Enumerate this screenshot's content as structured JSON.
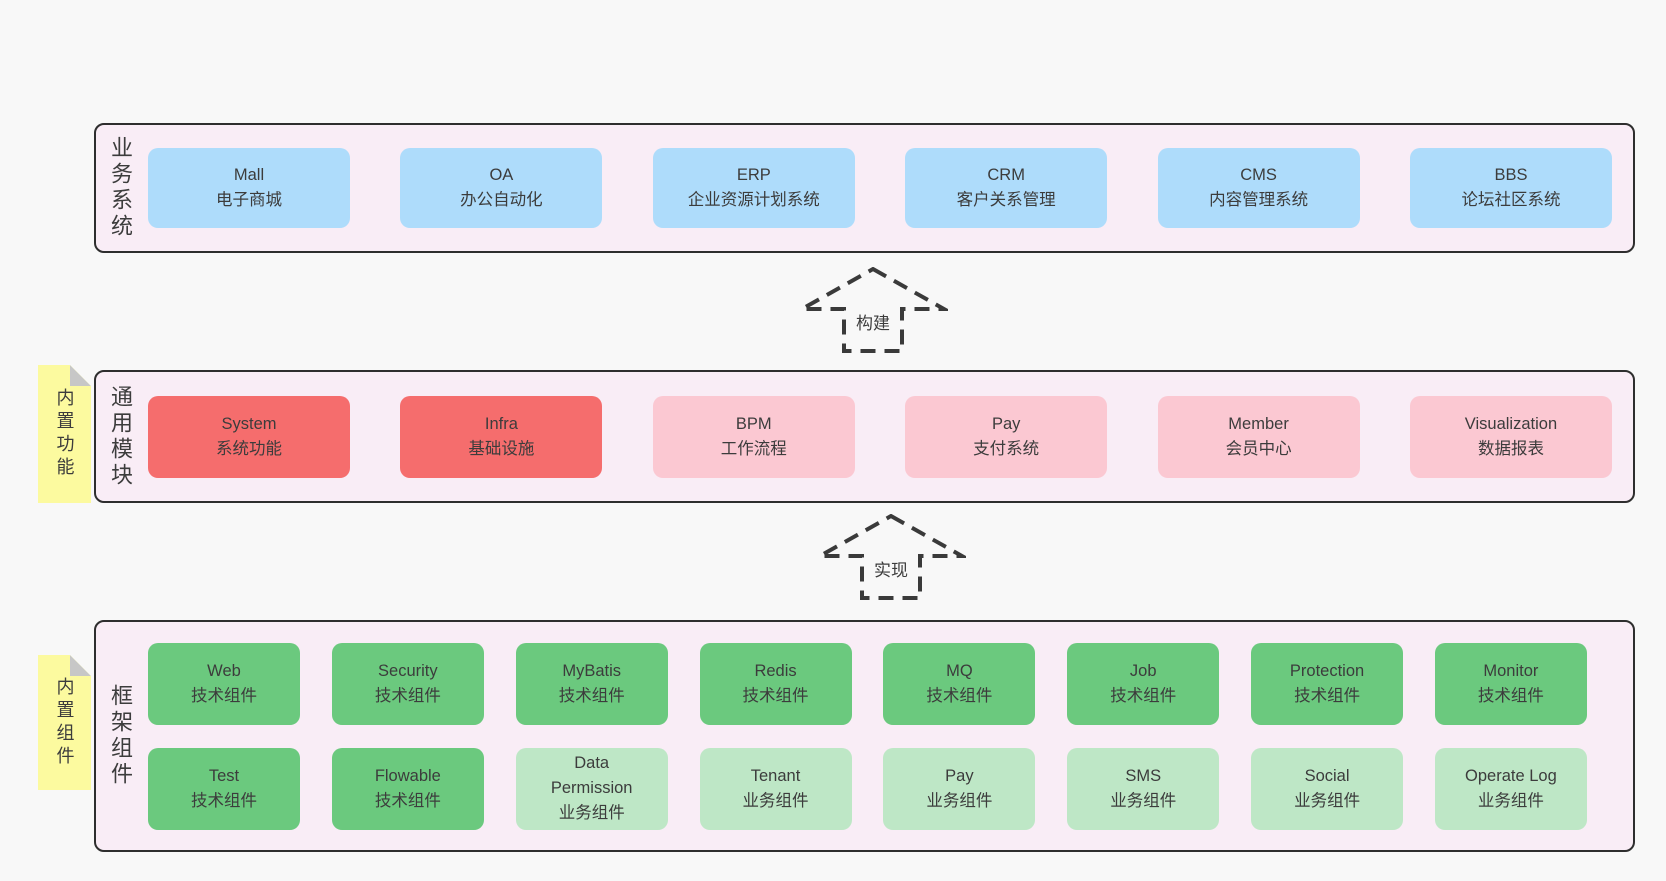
{
  "colors": {
    "page_bg": "#f8f8f8",
    "panel_bg": "#f9edf6",
    "panel_border": "#2e2e2e",
    "blue_box": "#aedcfb",
    "red_box": "#f56d6d",
    "pink_box": "#fbc8d2",
    "green_box": "#6bc97e",
    "light_green_box": "#bee7c6",
    "tag_yellow": "#fcfa9f",
    "fold_gray": "#c7c7c7",
    "text": "#3c3c3c"
  },
  "arrows": [
    {
      "label": "构建"
    },
    {
      "label": "实现"
    }
  ],
  "layers": [
    {
      "label": "业务系统",
      "boxes": [
        {
          "name": "Mall",
          "desc": "电子商城",
          "color": "blue"
        },
        {
          "name": "OA",
          "desc": "办公自动化",
          "color": "blue"
        },
        {
          "name": "ERP",
          "desc": "企业资源计划系统",
          "color": "blue"
        },
        {
          "name": "CRM",
          "desc": "客户关系管理",
          "color": "blue"
        },
        {
          "name": "CMS",
          "desc": "内容管理系统",
          "color": "blue"
        },
        {
          "name": "BBS",
          "desc": "论坛社区系统",
          "color": "blue"
        }
      ]
    },
    {
      "label": "通用模块",
      "tag": "内置功能",
      "boxes": [
        {
          "name": "System",
          "desc": "系统功能",
          "color": "red"
        },
        {
          "name": "Infra",
          "desc": "基础设施",
          "color": "red"
        },
        {
          "name": "BPM",
          "desc": "工作流程",
          "color": "pink"
        },
        {
          "name": "Pay",
          "desc": "支付系统",
          "color": "pink"
        },
        {
          "name": "Member",
          "desc": "会员中心",
          "color": "pink"
        },
        {
          "name": "Visualization",
          "desc": "数据报表",
          "color": "pink"
        }
      ]
    },
    {
      "label": "框架组件",
      "tag": "内置组件",
      "rows": [
        [
          {
            "name": "Web",
            "desc": "技术组件",
            "color": "green"
          },
          {
            "name": "Security",
            "desc": "技术组件",
            "color": "green"
          },
          {
            "name": "MyBatis",
            "desc": "技术组件",
            "color": "green"
          },
          {
            "name": "Redis",
            "desc": "技术组件",
            "color": "green"
          },
          {
            "name": "MQ",
            "desc": "技术组件",
            "color": "green"
          },
          {
            "name": "Job",
            "desc": "技术组件",
            "color": "green"
          },
          {
            "name": "Protection",
            "desc": "技术组件",
            "color": "green"
          },
          {
            "name": "Monitor",
            "desc": "技术组件",
            "color": "green"
          }
        ],
        [
          {
            "name": "Test",
            "desc": "技术组件",
            "color": "green"
          },
          {
            "name": "Flowable",
            "desc": "技术组件",
            "color": "green"
          },
          {
            "name": "Data Permission",
            "desc": "业务组件",
            "color": "lgreen"
          },
          {
            "name": "Tenant",
            "desc": "业务组件",
            "color": "lgreen"
          },
          {
            "name": "Pay",
            "desc": "业务组件",
            "color": "lgreen"
          },
          {
            "name": "SMS",
            "desc": "业务组件",
            "color": "lgreen"
          },
          {
            "name": "Social",
            "desc": "业务组件",
            "color": "lgreen"
          },
          {
            "name": "Operate Log",
            "desc": "业务组件",
            "color": "lgreen"
          }
        ]
      ]
    }
  ]
}
